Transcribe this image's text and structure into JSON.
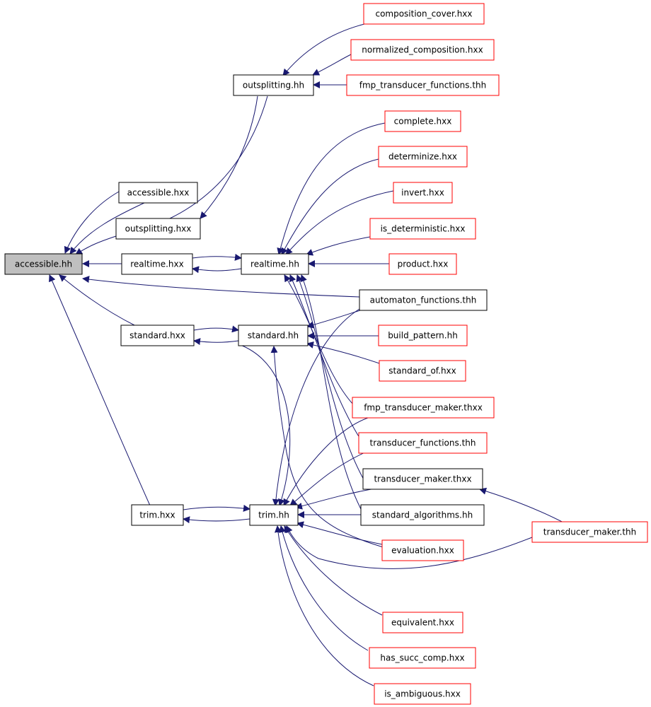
{
  "colors": {
    "edge": "#191970",
    "root_fill": "#bfbfbf",
    "root_border": "#000000",
    "node_border_black": "#000000",
    "node_border_red": "#ff0000",
    "text": "#000000"
  },
  "nodes": {
    "accessible_hh": "accessible.hh",
    "accessible_hxx": "accessible.hxx",
    "outsplitting_hxx": "outsplitting.hxx",
    "realtime_hxx": "realtime.hxx",
    "standard_hxx": "standard.hxx",
    "trim_hxx": "trim.hxx",
    "outsplitting_hh": "outsplitting.hh",
    "realtime_hh": "realtime.hh",
    "standard_hh": "standard.hh",
    "trim_hh": "trim.hh",
    "composition_cover_hxx": "composition_cover.hxx",
    "normalized_composition_hxx": "normalized_composition.hxx",
    "fmp_transducer_functions_thh": "fmp_transducer_functions.thh",
    "complete_hxx": "complete.hxx",
    "determinize_hxx": "determinize.hxx",
    "invert_hxx": "invert.hxx",
    "is_deterministic_hxx": "is_deterministic.hxx",
    "product_hxx": "product.hxx",
    "automaton_functions_thh": "automaton_functions.thh",
    "build_pattern_hh": "build_pattern.hh",
    "standard_of_hxx": "standard_of.hxx",
    "fmp_transducer_maker_thxx": "fmp_transducer_maker.thxx",
    "transducer_functions_thh": "transducer_functions.thh",
    "transducer_maker_thxx": "transducer_maker.thxx",
    "standard_algorithms_hh": "standard_algorithms.hh",
    "evaluation_hxx": "evaluation.hxx",
    "transducer_maker_thh": "transducer_maker.thh",
    "equivalent_hxx": "equivalent.hxx",
    "has_succ_comp_hxx": "has_succ_comp.hxx",
    "is_ambiguous_hxx": "is_ambiguous.hxx"
  }
}
